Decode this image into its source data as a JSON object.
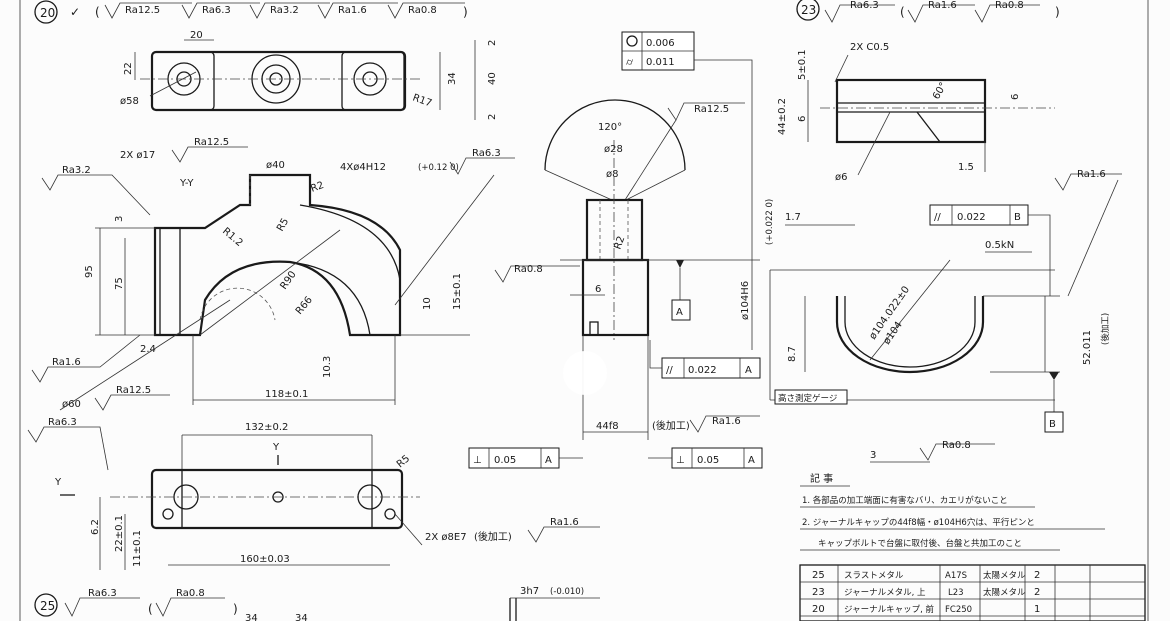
{
  "part20": {
    "id": "20",
    "surface_finishes": [
      "Ra12.5",
      "Ra6.3",
      "Ra3.2",
      "Ra1.6",
      "Ra0.8"
    ],
    "dims": {
      "w20": "20",
      "h22": "22",
      "d58": "ø58",
      "r17": "R17",
      "h34": "34",
      "h40": "40",
      "t2a": "2",
      "t2b": "2",
      "holes2": "2X ø17",
      "ra125": "Ra12.5",
      "section": "Y-Y",
      "ra32": "Ra3.2",
      "h95": "95",
      "h75": "75",
      "h3": "3",
      "d40": "ø40",
      "r2": "R2",
      "r5": "R5",
      "r12": "R1.2",
      "r90": "R90",
      "r66": "R66",
      "h10": "10",
      "h15": "15±0.1",
      "h10b": "10.3",
      "holes4": "4Xø4H12",
      "holes4_tol": "(+0.12 0)",
      "ra63": "Ra6.3",
      "w24": "2.4",
      "ra16": "Ra1.6",
      "w118": "118±0.1",
      "d60": "ø60",
      "ra125b": "Ra12.5"
    },
    "bottom": {
      "ra63": "Ra6.3",
      "w132": "132±0.2",
      "y_top": "Y",
      "y_side": "Y",
      "r5": "R5",
      "w62": "6.2",
      "w22": "22±0.1",
      "w11": "11±0.1",
      "w160": "160±0.03",
      "holes": "2X ø8E7",
      "holes_note": "(後加工)",
      "ra16": "Ra1.6"
    }
  },
  "part25": {
    "id": "25",
    "ra63": "Ra6.3",
    "ra08": "Ra0.8",
    "d34a": "34",
    "d34b": "34",
    "dim37": "3h7",
    "dim37_tol": "(-0.010)"
  },
  "middle": {
    "circ": "0.006",
    "cyl": "0.011",
    "ra125": "Ra12.5",
    "angle": "120°",
    "d28": "ø28",
    "d8": "ø8",
    "r2": "R2",
    "ra08": "Ra0.8",
    "w6": "6",
    "datumA": "A",
    "d104": "ø104H6",
    "d104_tol": "(+0.022 0)",
    "par": "//",
    "par_val": "0.022",
    "par_datum": "A",
    "w44": "44f8",
    "w44_note": "(後加工)",
    "ra16": "Ra1.6",
    "perp": "⊥",
    "perp_val": "0.05",
    "perp_datum": "A",
    "perp2_val": "0.05",
    "perp2_datum": "A"
  },
  "part23": {
    "id": "23",
    "ra63": "Ra6.3",
    "ra16": "Ra1.6",
    "ra08": "Ra0.8",
    "h5": "5±0.1",
    "chamfer": "2X C0.5",
    "h44": "44±0.2",
    "h6t": "6",
    "ang": "60°",
    "h6": "6",
    "w15": "1.5",
    "d6": "ø6",
    "ra16b": "Ra1.6",
    "w17": "1.7",
    "par": "//",
    "par_val": "0.022",
    "par_datum": "B",
    "load": "0.5kN",
    "d104": "ø104.022±0",
    "d104b": "ø104",
    "h87": "8.7",
    "h52": "52.011",
    "h52_note": "(後加工)",
    "gauge": "高さ測定ゲージ",
    "datumB": "B",
    "w3": "3",
    "ra08b": "Ra0.8"
  },
  "notes": {
    "title": "記 事",
    "line1": "1. 各部品の加工端面に有害なバリ、カエリがないこと",
    "line2": "2. ジャーナルキャップの44f8幅・ø104H6穴は、平行ピンと",
    "line3": "キャップボルトで台盤に取付後、台盤と共加工のこと"
  },
  "parts_list": [
    {
      "no": "25",
      "name": "スラストメタル",
      "code": "A17S",
      "mat": "太陽メタル",
      "qty": "2"
    },
    {
      "no": "23",
      "name": "ジャーナルメタル, 上",
      "code": "L23",
      "mat": "太陽メタル",
      "qty": "2"
    },
    {
      "no": "20",
      "name": "ジャーナルキャップ, 前",
      "code": "FC250",
      "mat": "",
      "qty": "1"
    }
  ],
  "colors": {
    "line": "#1a1a1a",
    "paper": "#fcfcfc"
  }
}
